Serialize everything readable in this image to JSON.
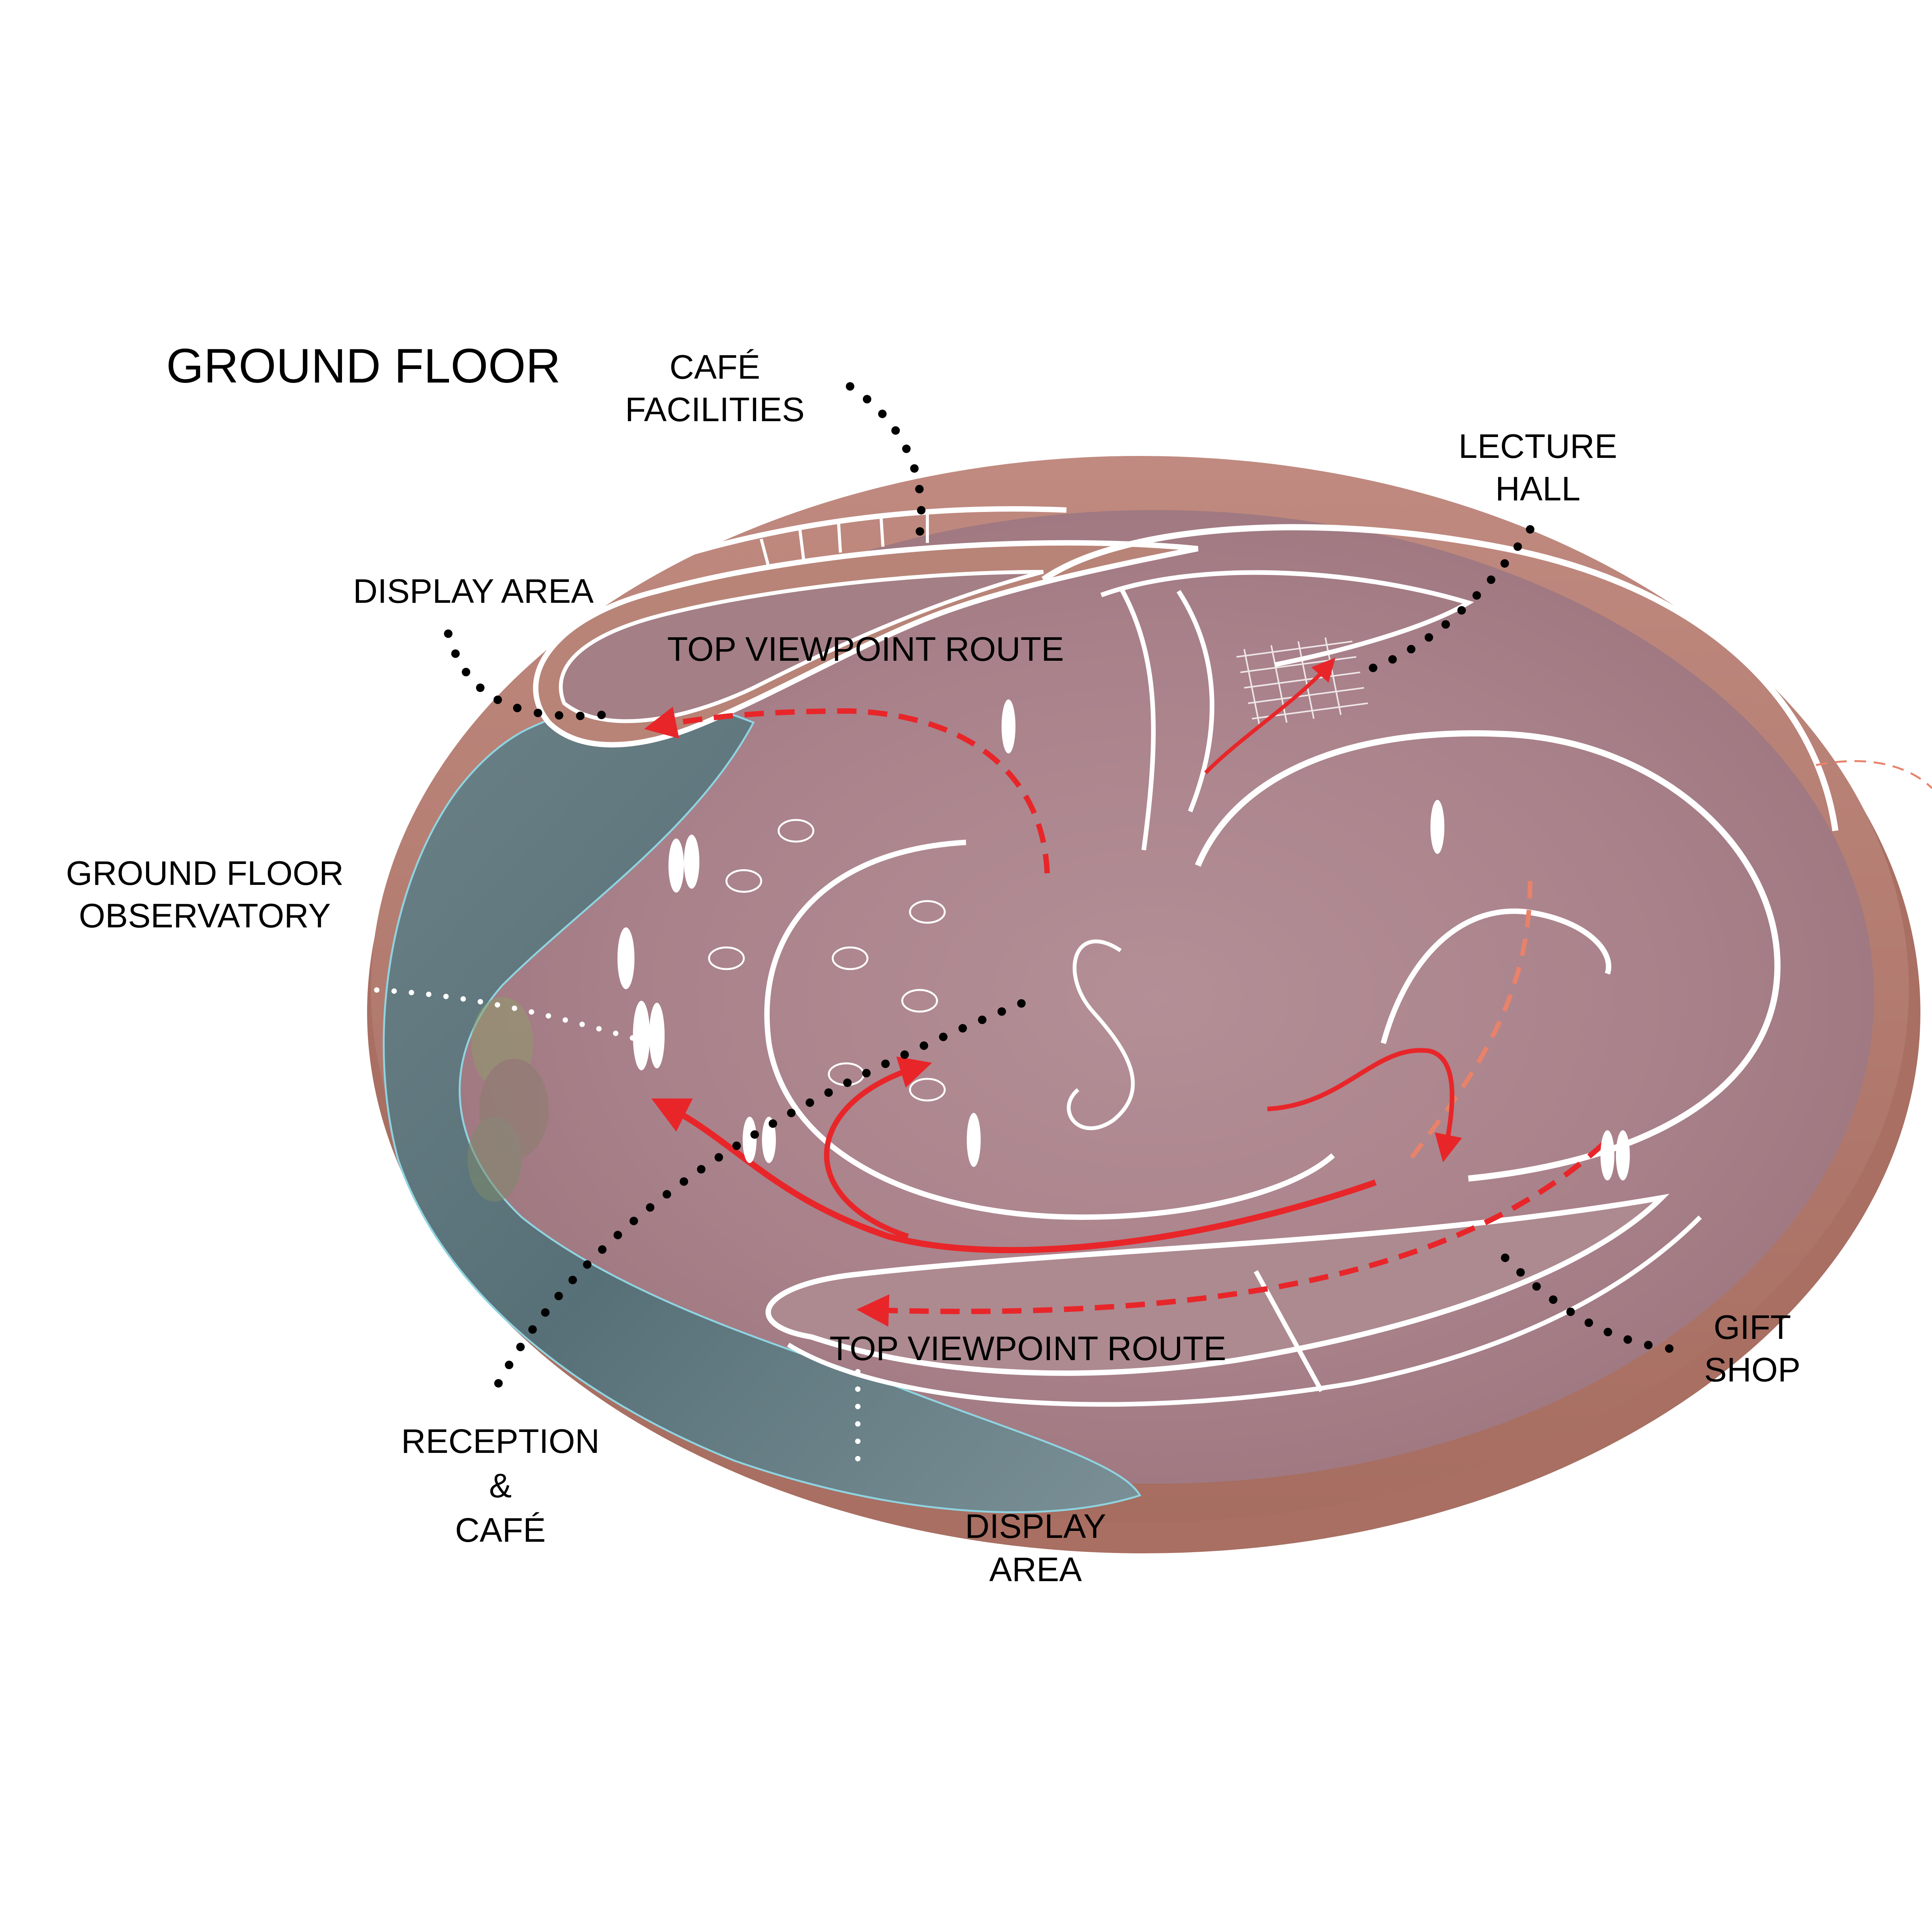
{
  "title": "GROUND FLOOR",
  "labels": {
    "cafe_facilities": [
      "CAFÉ",
      "FACILITIES"
    ],
    "lecture_hall": [
      "LECTURE",
      "HALL"
    ],
    "display_area_top": "DISPLAY AREA",
    "top_viewpoint_route_upper": "TOP VIEWPOINT ROUTE",
    "ground_floor_observatory": [
      "GROUND  FLOOR",
      "OBSERVATORY"
    ],
    "reception_cafe": [
      "RECEPTION",
      "&",
      "CAFÉ"
    ],
    "top_viewpoint_route_lower": "TOP VIEWPOINT ROUTE",
    "gift_shop": [
      "GIFT",
      "SHOP"
    ],
    "display_area_bottom": [
      "DISPLAY",
      "AREA"
    ]
  },
  "colors": {
    "floor": "#a9818a",
    "floor_light": "#c4a3a8",
    "rim": "#b97f73",
    "rim_dark": "#9c6658",
    "water": "#5b7278",
    "water_light": "#7f959b",
    "route": "#e8262a",
    "route_soft": "#e8826a",
    "wall": "#ffffff",
    "leader": "#000000"
  }
}
